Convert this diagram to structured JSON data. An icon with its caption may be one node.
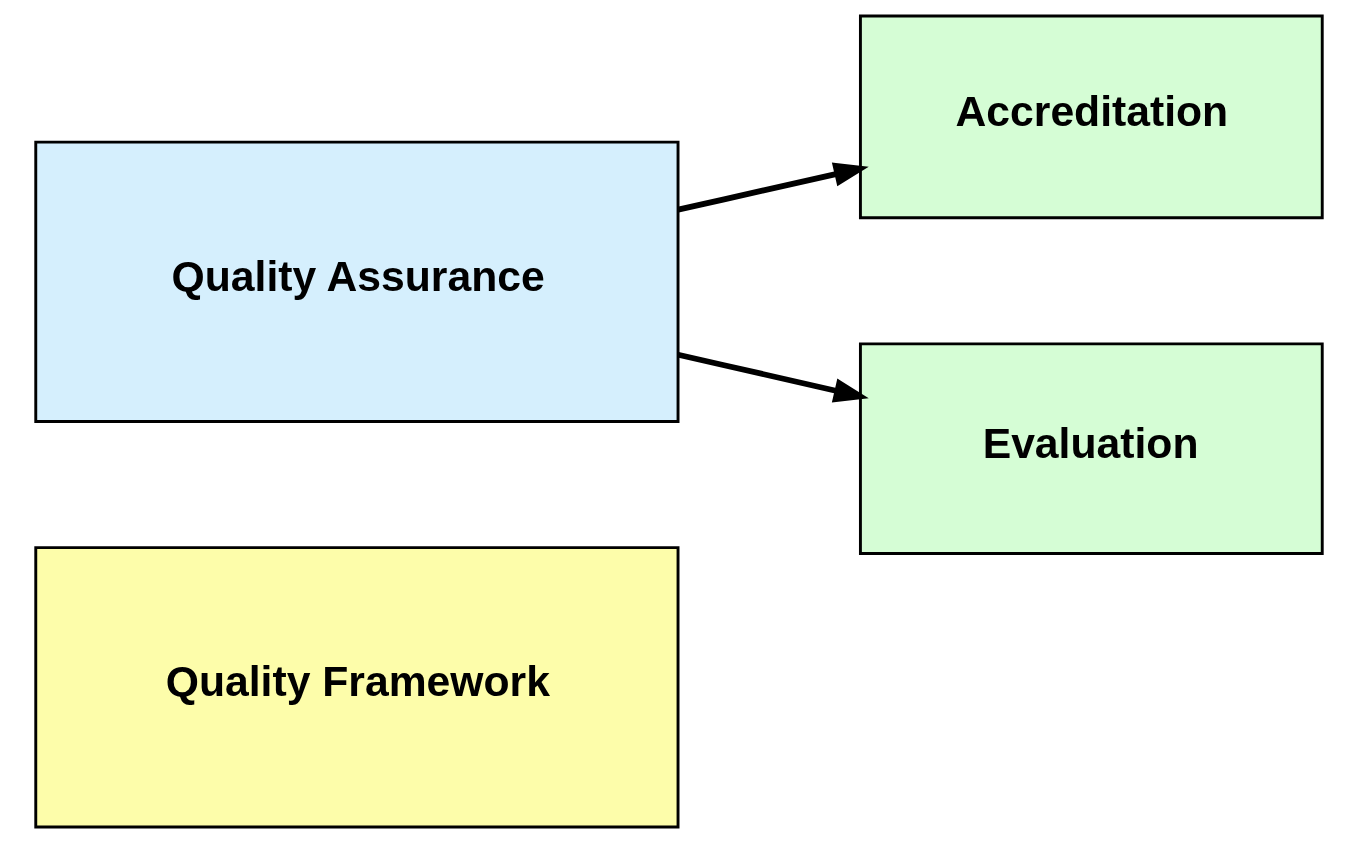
{
  "diagram": {
    "nodes": [
      {
        "text": [
          "Quality Assurance"
        ]
      },
      {
        "text": [
          "Accreditation"
        ]
      },
      {
        "text": [
          "Evaluation"
        ]
      },
      {
        "text": [
          "Quality Framework"
        ]
      }
    ],
    "edges": [
      {
        "from": 0,
        "to": 1,
        "arrow": "to"
      },
      {
        "from": 0,
        "to": 2,
        "arrow": "to"
      }
    ]
  }
}
